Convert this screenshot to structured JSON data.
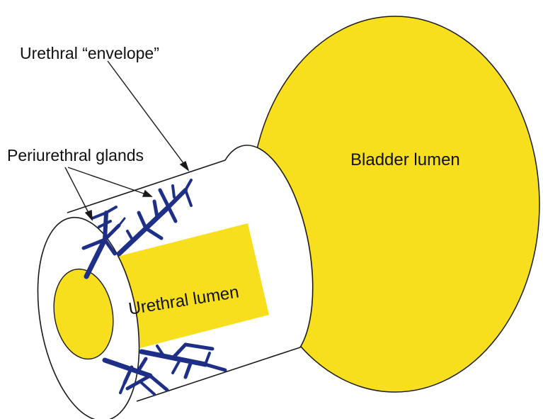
{
  "labels": {
    "envelope": "Urethral “envelope”",
    "glands": "Periurethral glands",
    "bladder": "Bladder lumen",
    "urethral_lumen": "Urethral lumen"
  },
  "colors": {
    "lumen_fill": "#f7df1e",
    "outline": "#1a1a1a",
    "gland": "#1e2f87",
    "background": "#ffffff"
  }
}
